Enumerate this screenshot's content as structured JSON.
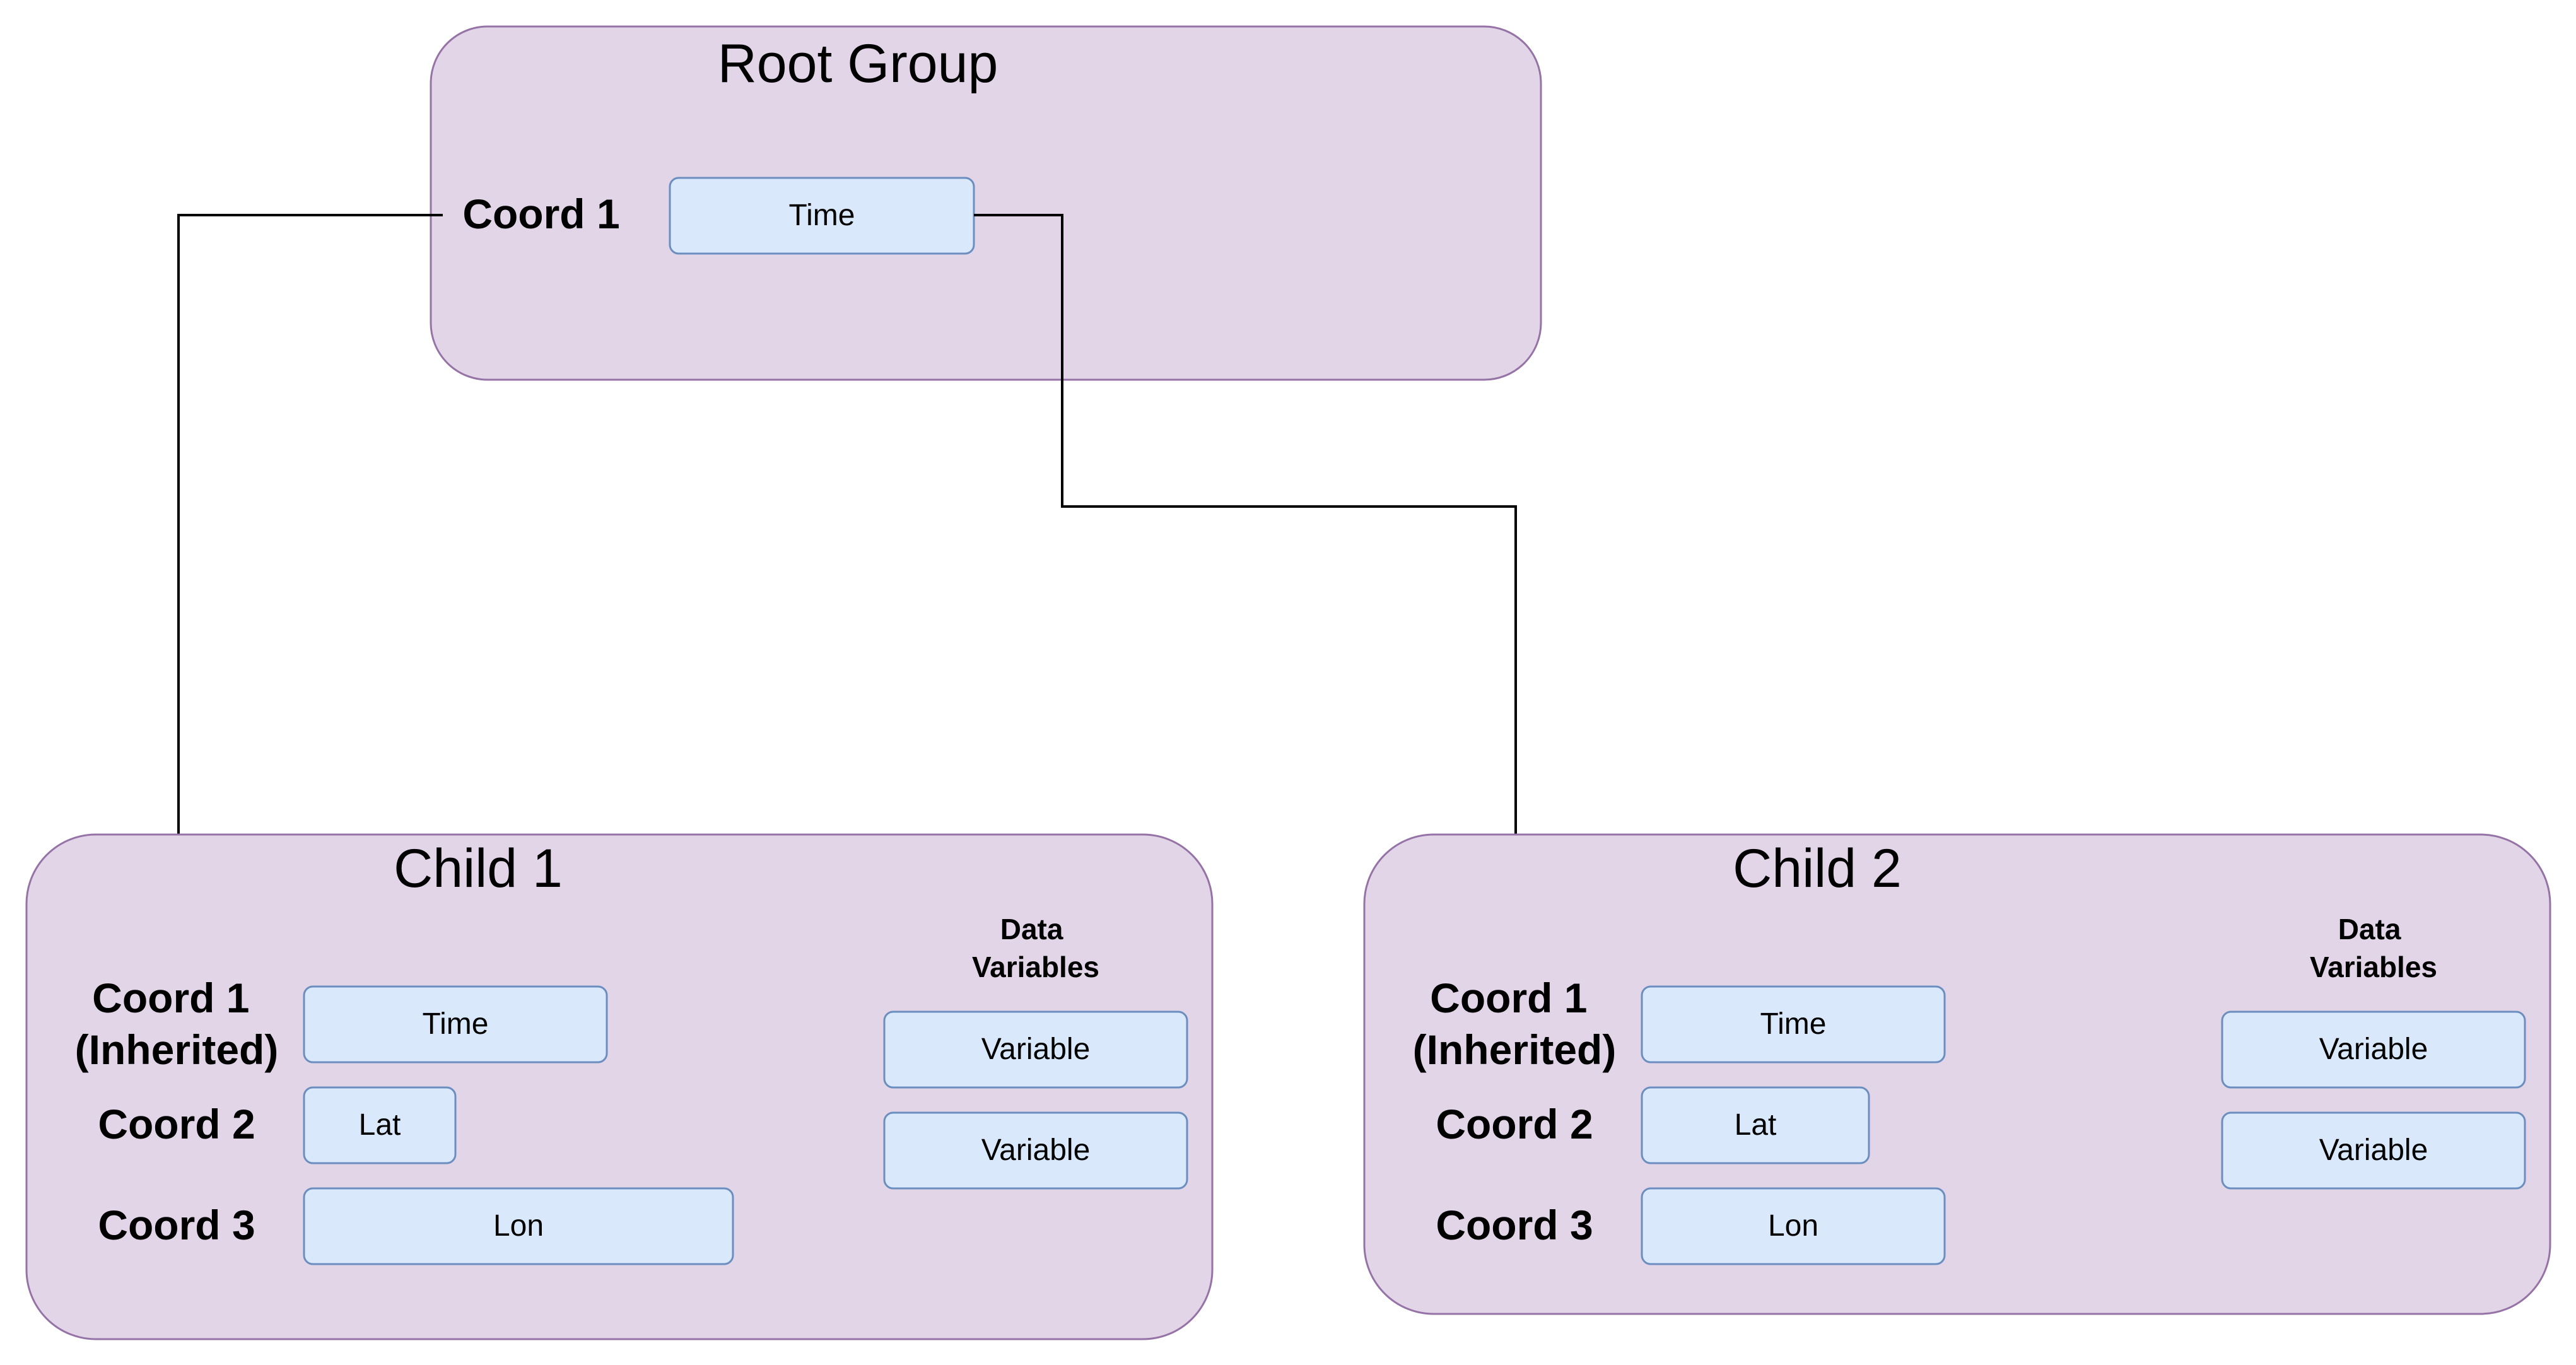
{
  "root": {
    "title": "Root Group",
    "coord1_label": "Coord 1",
    "coord1_value": "Time"
  },
  "child1": {
    "title": "Child 1",
    "coord1_label_line1": "Coord 1",
    "coord1_label_line2": "(Inherited)",
    "coord1_value": "Time",
    "coord2_label": "Coord 2",
    "coord2_value": "Lat",
    "coord3_label": "Coord 3",
    "coord3_value": "Lon",
    "data_vars_line1": "Data",
    "data_vars_line2": "Variables",
    "variables": [
      "Variable",
      "Variable"
    ]
  },
  "child2": {
    "title": "Child 2",
    "coord1_label_line1": "Coord 1",
    "coord1_label_line2": "(Inherited)",
    "coord1_value": "Time",
    "coord2_label": "Coord 2",
    "coord2_value": "Lat",
    "coord3_label": "Coord 3",
    "coord3_value": "Lon",
    "data_vars_line1": "Data",
    "data_vars_line2": "Variables",
    "variables": [
      "Variable",
      "Variable"
    ]
  },
  "colors": {
    "group_fill": "#e1d5e7",
    "group_stroke": "#9673a6",
    "cell_fill": "#dae8fc",
    "cell_stroke": "#6c8ebf"
  }
}
